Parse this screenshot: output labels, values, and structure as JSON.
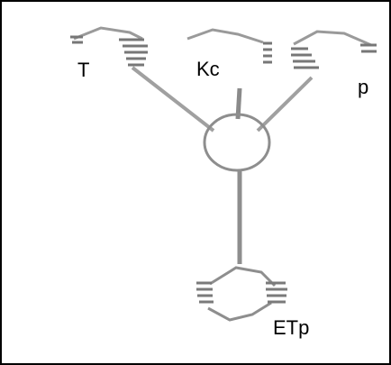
{
  "diagram": {
    "labels": {
      "t": "T",
      "kc": "Kc",
      "p": "p",
      "etp": "ETp"
    }
  }
}
